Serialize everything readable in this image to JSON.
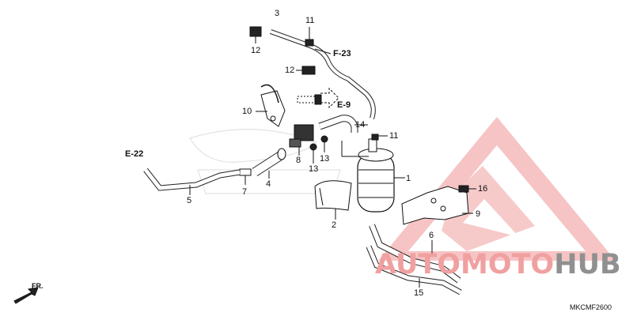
{
  "diagram": {
    "callouts": [
      "1",
      "2",
      "3",
      "4",
      "5",
      "6",
      "7",
      "8",
      "9",
      "10",
      "11",
      "11",
      "12",
      "12",
      "13",
      "13",
      "14",
      "15",
      "16"
    ],
    "refs": [
      "F-23",
      "E-9",
      "E-22"
    ],
    "direction_label": "FR.",
    "drawing_code": "MKCMF2600"
  },
  "watermark": {
    "text_red": "AUTOMOTO",
    "text_gray": "HUB",
    "colors": {
      "red": "#f0a0a0",
      "gray": "#909090",
      "logo": "#f4b2b2"
    }
  }
}
